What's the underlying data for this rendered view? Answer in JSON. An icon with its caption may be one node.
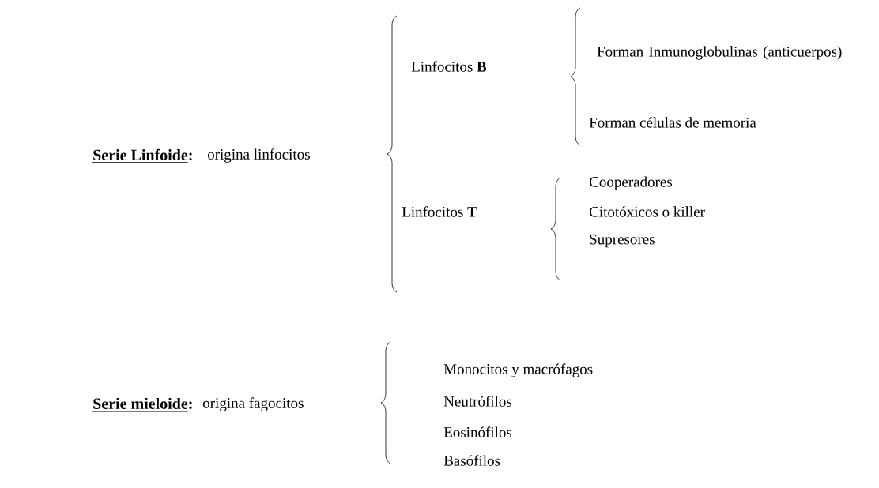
{
  "diagram": {
    "labels": [
      "Serie Linfoide:",
      "origina linfocitos",
      "Linfocitos **B**",
      "Forman Inmunoglobulinas (anticuerpos)",
      "Forman células de memoria",
      "Linfocitos **T**",
      "Cooperadores",
      "Citotóxicos o killer",
      "Supresores",
      "Serie mieloide:",
      "origina fagocitos",
      "Monocitos y macrófagos",
      "Neutrófilos",
      "Eosinófilos",
      "Basófilos"
    ]
  }
}
